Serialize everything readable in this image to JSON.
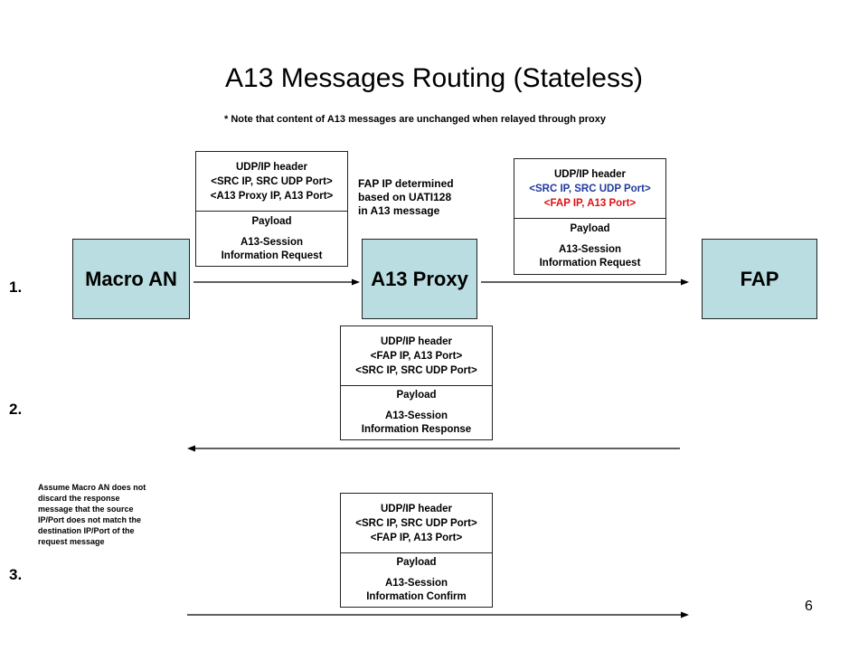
{
  "title": "A13 Messages Routing (Stateless)",
  "note": "* Note that content of A13 messages are unchanged when relayed through proxy",
  "nodes": {
    "macro_an": "Macro AN",
    "proxy": "A13 Proxy",
    "fap": "FAP"
  },
  "steps": [
    "1.",
    "2.",
    "3."
  ],
  "fap_ip_note": [
    "FAP IP determined",
    "based on UATI128",
    "in A13 message"
  ],
  "assume_note": [
    "Assume Macro AN does not",
    "discard the response",
    "message that the source",
    "IP/Port does not match the",
    "destination IP/Port of the",
    "request message"
  ],
  "messages": [
    {
      "header_title": "UDP/IP header",
      "line1": "<SRC IP, SRC UDP Port>",
      "line2": "<A13 Proxy IP, A13 Port>",
      "payload_title": "Payload",
      "payload_line1": "A13-Session",
      "payload_line2": "Information Request"
    },
    {
      "header_title": "UDP/IP header",
      "line1": "<SRC IP, SRC UDP Port>",
      "line2": "<FAP IP, A13 Port>",
      "payload_title": "Payload",
      "payload_line1": "A13-Session",
      "payload_line2": "Information Request"
    },
    {
      "header_title": "UDP/IP header",
      "line1": "<FAP IP, A13 Port>",
      "line2": "<SRC IP, SRC UDP Port>",
      "payload_title": "Payload",
      "payload_line1": "A13-Session",
      "payload_line2": "Information Response"
    },
    {
      "header_title": "UDP/IP header",
      "line1": "<SRC IP, SRC UDP Port>",
      "line2": "<FAP IP, A13 Port>",
      "payload_title": "Payload",
      "payload_line1": "A13-Session",
      "payload_line2": "Information Confirm"
    }
  ],
  "page_number": "6",
  "colors": {
    "node_fill": "#b9dde0",
    "highlight_blue": "#1f3aa0",
    "highlight_red": "#e01010"
  }
}
